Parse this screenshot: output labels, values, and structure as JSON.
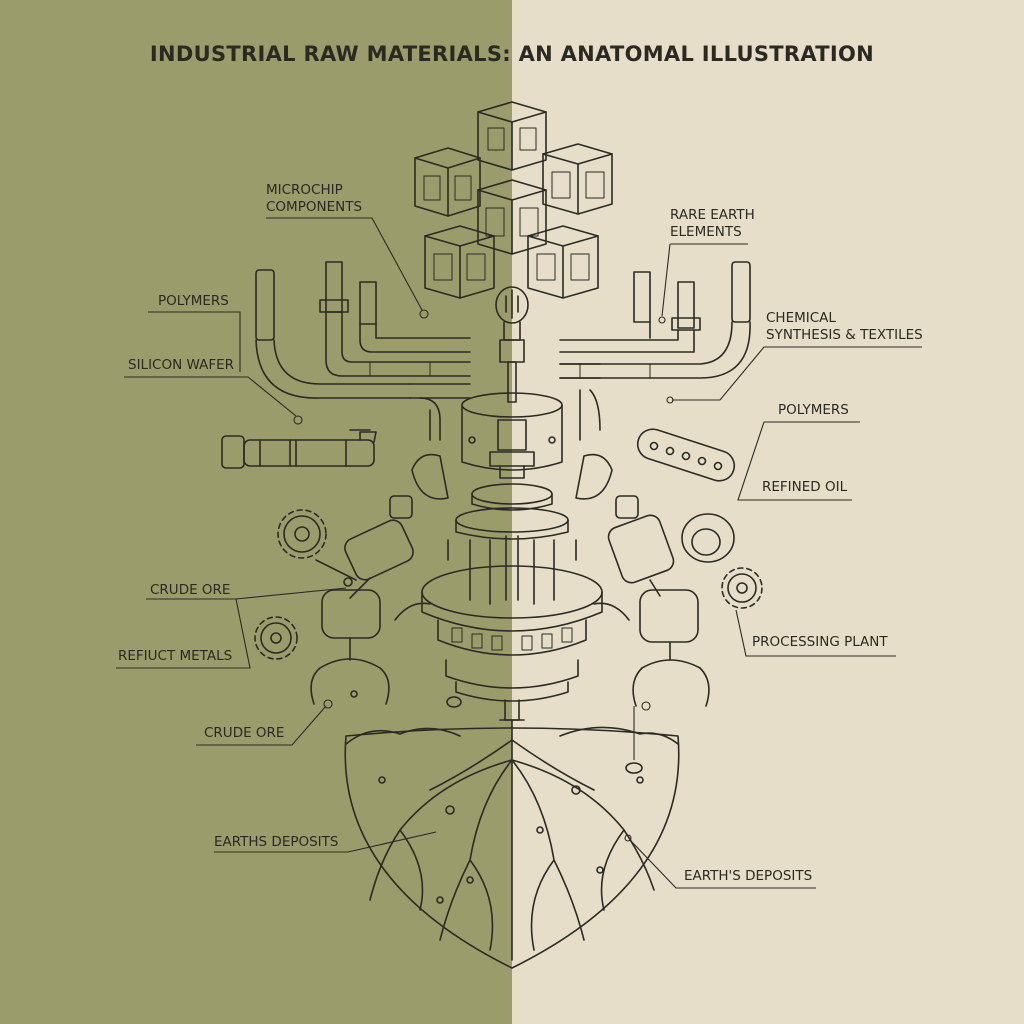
{
  "title": "INDUSTRIAL RAW MATERIALS: AN ANATOMAL ILLUSTRATION",
  "colors": {
    "left_panel": "#9b9c6c",
    "right_panel": "#e6dec9",
    "ink": "#2b2b24"
  },
  "labels": {
    "microchip": [
      "MICROCHIP",
      "COMPONENTS"
    ],
    "rare_earth": [
      "RARE EARTH",
      "ELEMENTS"
    ],
    "polymers_left": "POLYMERS",
    "silicon_wafer": "SILICON WAFER",
    "chemical": [
      "CHEMICAL",
      "SYNTHESIS & TEXTILES"
    ],
    "polymers_right": "POLYMERS",
    "refined_oil": "REFINED OIL",
    "crude_ore_top": "CRUDE ORE",
    "refiuct_metals": "REFIUCT METALS",
    "processing_plant": "PROCESSING PLANT",
    "crude_ore_bottom": "CRUDE ORE",
    "earths_deposits_left": "EARTHS DEPOSITS",
    "earths_deposits_right": "EARTH'S DEPOSITS"
  }
}
